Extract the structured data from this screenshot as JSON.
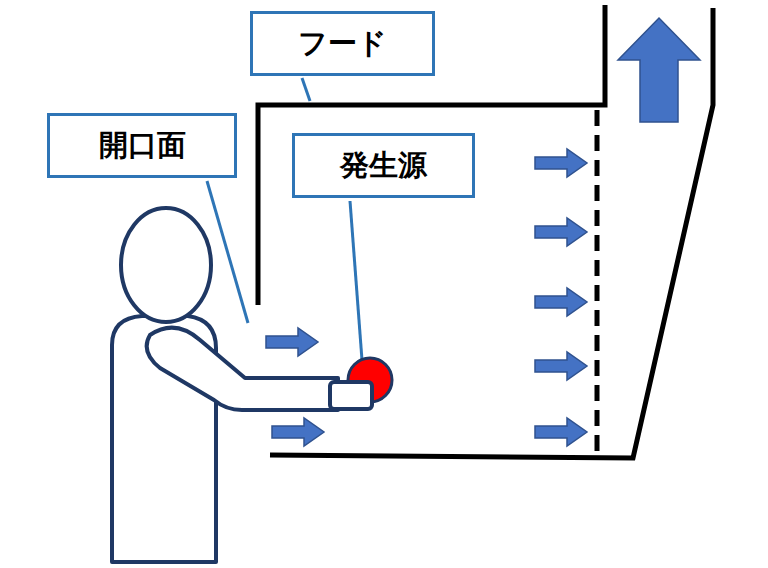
{
  "diagram": {
    "nodes": [
      {
        "text": [
          "フード"
        ]
      },
      {
        "text": [
          "開口面"
        ]
      },
      {
        "text": [
          "発生源"
        ]
      }
    ]
  }
}
